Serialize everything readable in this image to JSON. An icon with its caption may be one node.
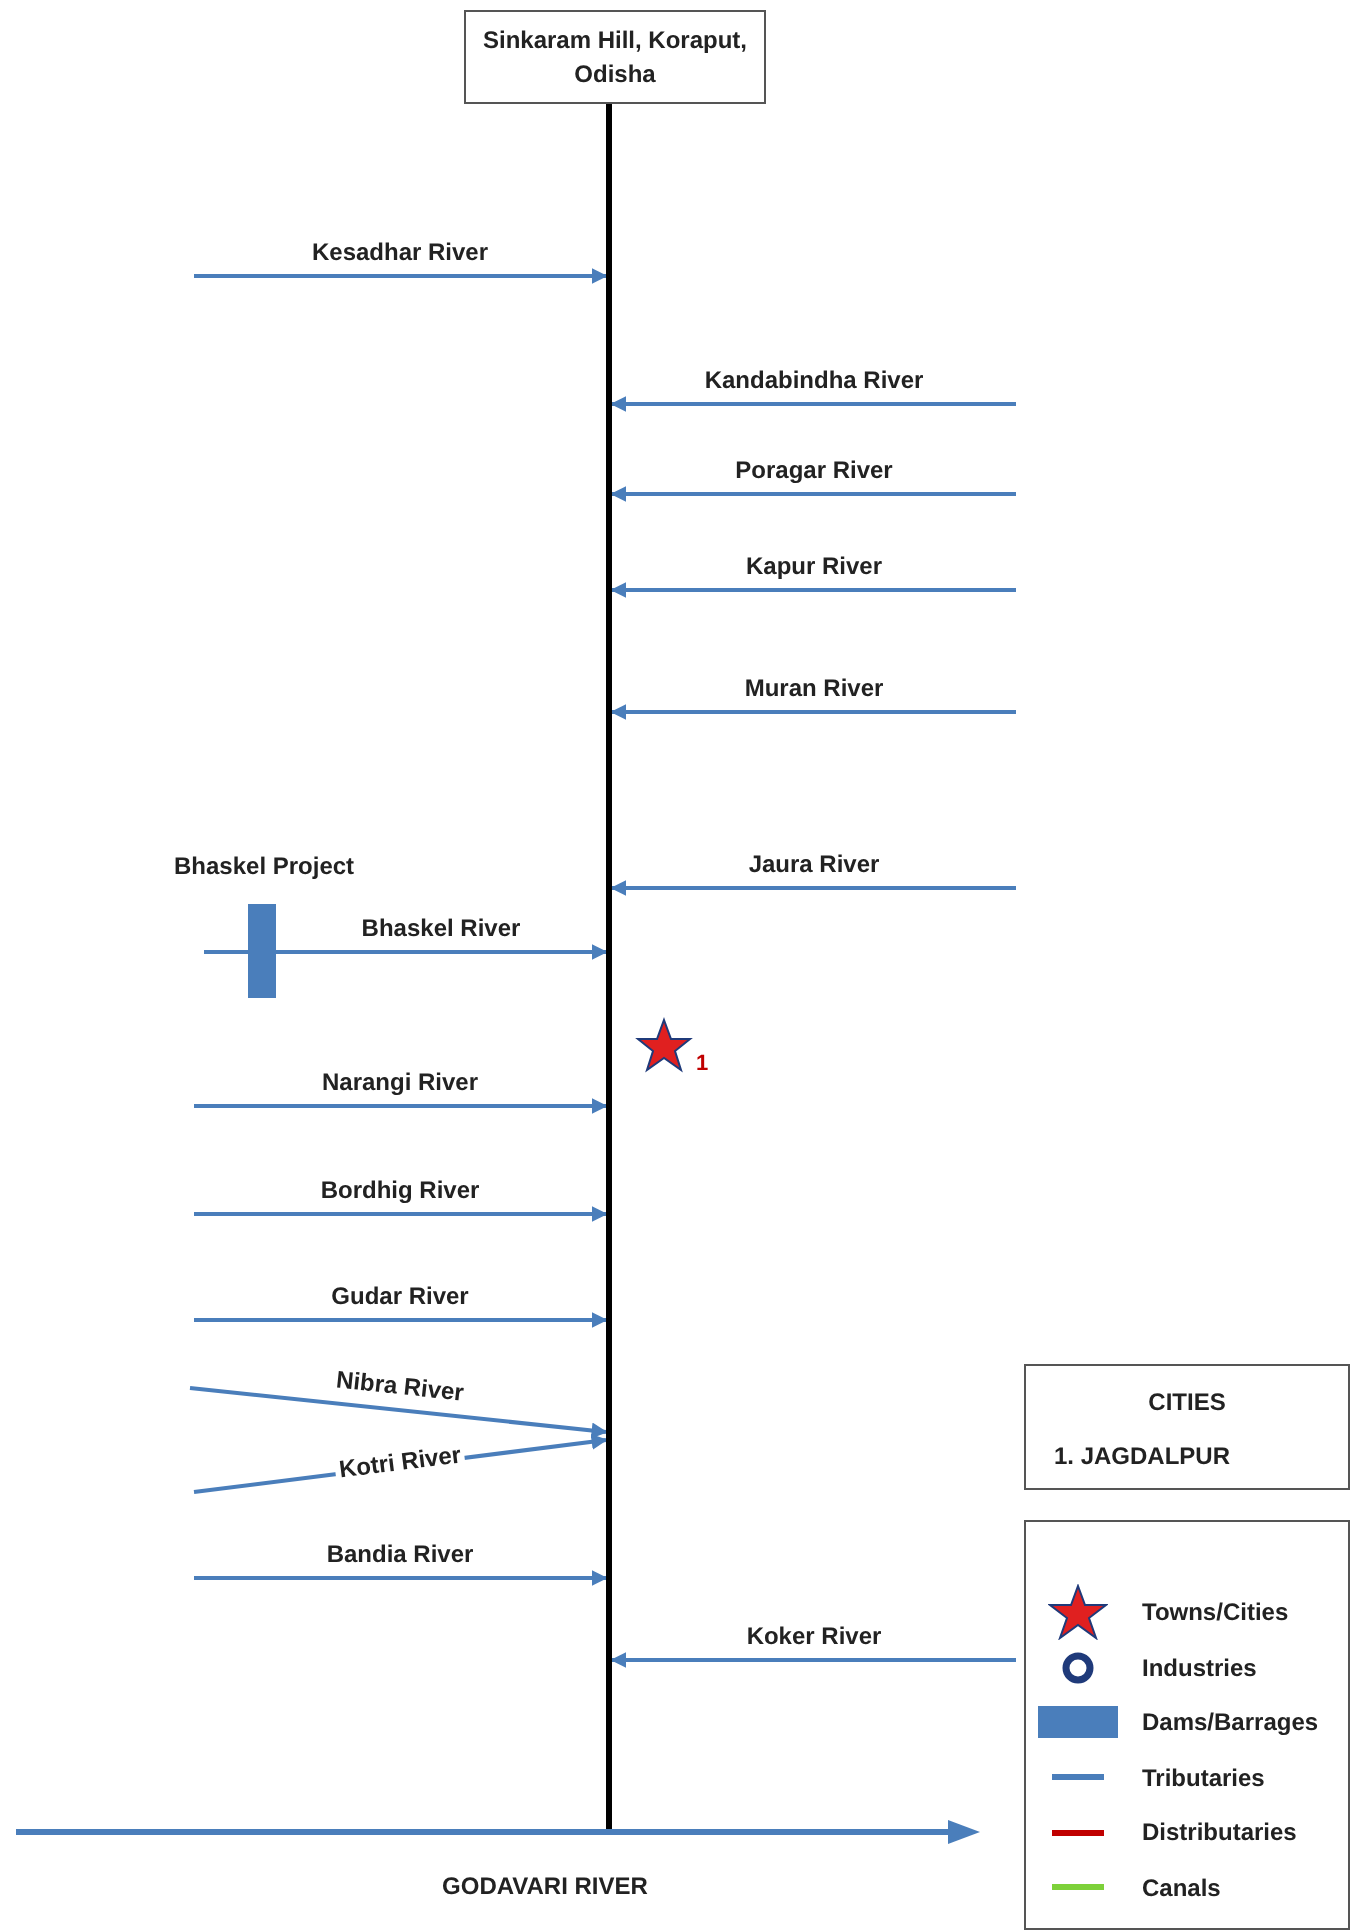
{
  "diagram": {
    "nodes": [
      {
        "text": [
          "Sinkaram Hill, Koraput, Odisha"
        ]
      },
      {
        "text": [],
        "shape": "bar"
      },
      {
        "text": [
          "Bhaskel Project"
        ]
      },
      {
        "text": [
          "CITIES",
          "1. JAGDALPUR"
        ]
      },
      {
        "text": [],
        "shape": "bar",
        "beside": [
          "GODAVARI RIVER"
        ]
      }
    ],
    "edges": [
      {
        "from": null,
        "to": 1,
        "arrow": "to",
        "label": "Kesadhar River"
      },
      {
        "from": null,
        "to": 1,
        "arrow": "to",
        "label": "Kandabindha River"
      },
      {
        "from": null,
        "to": 1,
        "arrow": "to",
        "label": "Poragar River"
      },
      {
        "from": null,
        "to": 1,
        "arrow": "to",
        "label": "Kapur River"
      },
      {
        "from": null,
        "to": 1,
        "arrow": "to",
        "label": "Muran River"
      },
      {
        "from": null,
        "to": 1,
        "arrow": "to",
        "label": "Jaura River"
      },
      {
        "from": null,
        "to": 2,
        "arrow": "none"
      },
      {
        "from": 2,
        "to": 1,
        "arrow": "to",
        "label": "Bhaskel River"
      },
      {
        "from": null,
        "to": 1,
        "arrow": "to",
        "label": "Narangi River"
      },
      {
        "from": null,
        "to": 1,
        "arrow": "to",
        "label": "Bordhig River"
      },
      {
        "from": null,
        "to": 1,
        "arrow": "to",
        "label": "Gudar River"
      },
      {
        "from": null,
        "to": 1,
        "arrow": "to",
        "label": "Nibra River"
      },
      {
        "from": null,
        "to": 1,
        "arrow": "to",
        "label": "Kotri River"
      },
      {
        "from": null,
        "to": 1,
        "arrow": "to",
        "label": "Bandia River"
      },
      {
        "from": null,
        "to": 1,
        "arrow": "to",
        "label": "Koker River"
      }
    ],
    "labels": [
      "1"
    ],
    "legend": [
      {
        "text": "Towns/Cities"
      },
      {
        "text": "Industries"
      },
      {
        "text": "Dams/Barrages",
        "color": "#4a7ebb"
      },
      {
        "text": "Tributaries"
      },
      {
        "text": "Distributaries"
      },
      {
        "text": "Canals"
      }
    ]
  }
}
